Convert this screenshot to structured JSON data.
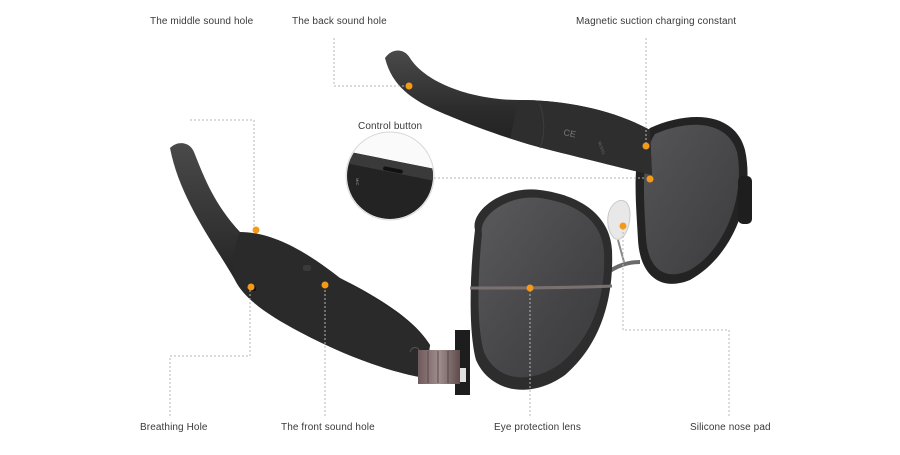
{
  "labels": {
    "middle_sound_hole": "The middle sound hole",
    "back_sound_hole": "The back sound hole",
    "magnetic_charging": "Magnetic suction charging constant",
    "control_button": "Control button",
    "breathing_hole": "Breathing Hole",
    "front_sound_hole": "The front sound hole",
    "eye_protection_lens": "Eye protection lens",
    "silicone_nose_pad": "Silicone nose pad"
  },
  "colors": {
    "marker": "#f39a1a",
    "guide_line": "#b7b7b7",
    "frame": "#2b2b2b",
    "lens": "#4a4a4c",
    "label_text": "#3a3a3a"
  }
}
